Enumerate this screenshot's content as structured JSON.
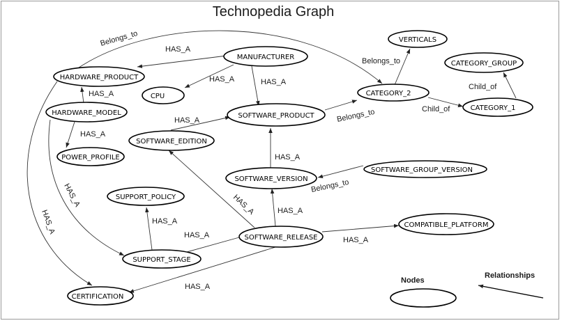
{
  "title": "Technopedia Graph",
  "nodes": {
    "manufacturer": "MANUFACTURER",
    "hardware_product": "HARDWARE_PRODUCT",
    "cpu": "CPU",
    "hardware_model": "HARDWARE_MODEL",
    "power_profile": "POWER_PROFILE",
    "software_product": "SOFTWARE_PRODUCT",
    "software_edition": "SOFTWARE_EDITION",
    "software_version": "SOFTWARE_VERSION",
    "software_group_version": "SOFTWARE_GROUP_VERSION",
    "software_release": "SOFTWARE_RELEASE",
    "support_policy": "SUPPORT_POLICY",
    "support_stage": "SUPPORT_STAGE",
    "certification": "CERTIFICATION",
    "compatible_platform": "COMPATIBLE_PLATFORM",
    "verticals": "VERTICALS",
    "category_group": "CATEGORY_GROUP",
    "category_2": "CATEGORY_2",
    "category_1": "CATEGORY_1"
  },
  "edges": {
    "belongs_to_hp_cat2": "Belongs_to",
    "has_a_mfr_hp": "HAS_A",
    "has_a_mfr_cpu": "HAS_A",
    "has_a_mfr_sp": "HAS_A",
    "belongs_to_cat2_verticals": "Belongs_to",
    "child_of_cat1_group": "Child_of",
    "child_of_cat2_cat1": "Child_of",
    "belongs_to_sp_cat2": "Belongs_to",
    "has_a_hm_hp": "HAS_A",
    "has_a_hm_pp": "HAS_A",
    "has_a_se_sp": "HAS_A",
    "has_a_sv_sp": "HAS_A",
    "belongs_to_sgv_sv": "Belongs_to",
    "has_a_hm_ss": "HAS_A",
    "has_a_hp_cert": "HAS_A",
    "has_a_sr_se": "HAS_A",
    "has_a_sr_sv": "HAS_A",
    "has_a_ss_policy": "HAS_A",
    "has_a_sr_ss": "HAS_A",
    "has_a_sr_cp": "HAS_A",
    "has_a_sr_cert": "HAS_A"
  },
  "legend": {
    "nodes_label": "Nodes",
    "relationships_label": "Relationships"
  }
}
